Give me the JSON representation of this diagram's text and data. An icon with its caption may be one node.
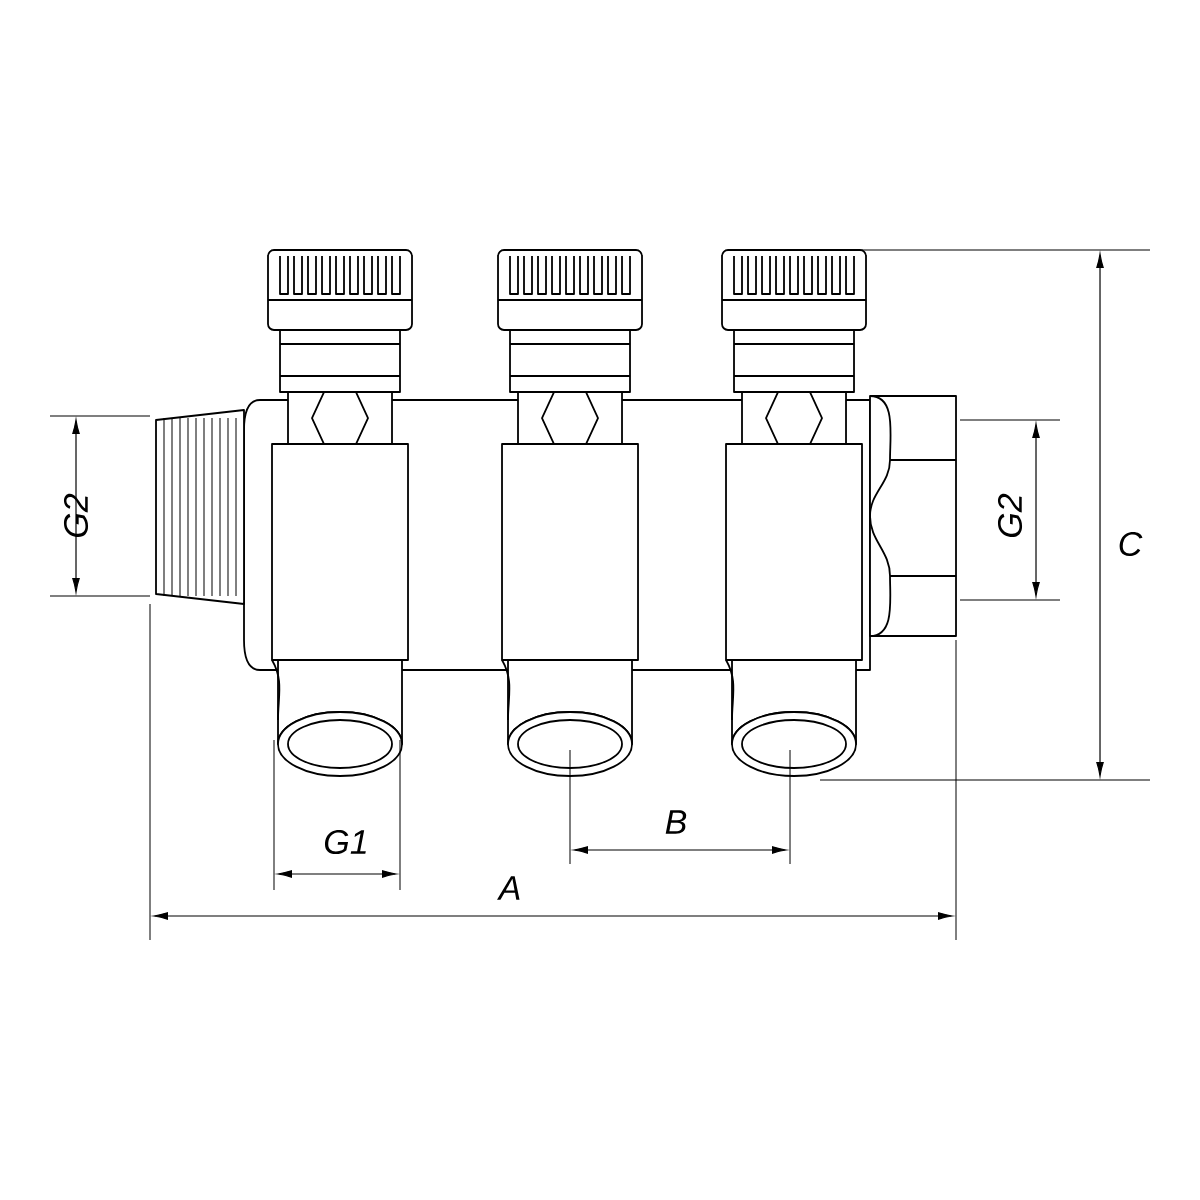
{
  "diagram": {
    "labels": [
      "G2",
      "G2",
      "C",
      "G1",
      "B",
      "A"
    ]
  }
}
